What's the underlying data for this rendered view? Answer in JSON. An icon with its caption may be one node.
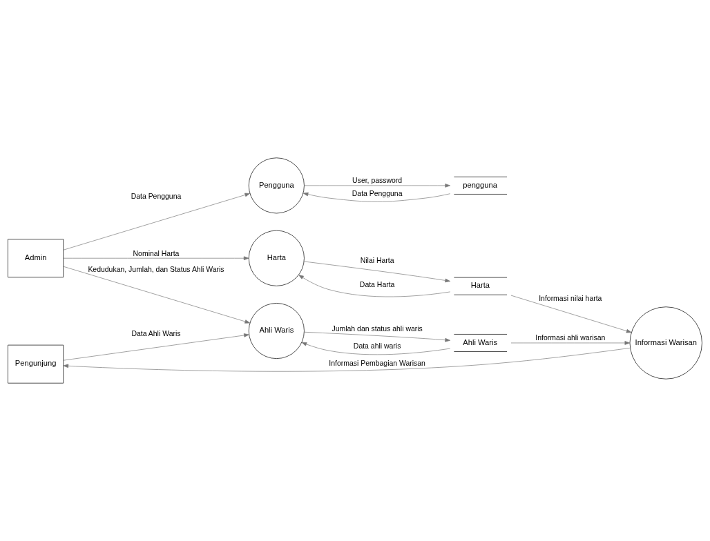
{
  "diagram": {
    "nodes": [
      {
        "text": [
          "Admin"
        ]
      },
      {
        "text": [
          "Pengguna"
        ]
      },
      {
        "text": [
          "pengguna"
        ]
      },
      {
        "text": [
          "Harta"
        ]
      },
      {
        "text": [
          "Harta"
        ]
      },
      {
        "text": [
          "Pengunjung"
        ]
      },
      {
        "text": [
          "Ahli Waris"
        ]
      },
      {
        "text": [
          "Ahli Waris"
        ]
      },
      {
        "text": [
          "Informasi Warisan"
        ]
      }
    ],
    "edges": [
      {
        "from": 0,
        "to": 1,
        "arrow": "to",
        "label": "Data Pengguna"
      },
      {
        "from": 1,
        "to": 2,
        "arrow": "to",
        "label": "User, password"
      },
      {
        "from": 2,
        "to": 1,
        "arrow": "to",
        "label": "Data Pengguna"
      },
      {
        "from": 0,
        "to": 3,
        "arrow": "to",
        "label": "Nominal Harta"
      },
      {
        "from": 3,
        "to": 4,
        "arrow": "to",
        "label": "Nilai Harta"
      },
      {
        "from": 4,
        "to": 3,
        "arrow": "to",
        "label": "Data Harta"
      },
      {
        "from": 0,
        "to": 6,
        "arrow": "to",
        "label": "Kedudukan, Jumlah, dan Status Ahli Waris"
      },
      {
        "from": 5,
        "to": 6,
        "arrow": "to",
        "label": "Data Ahli Waris"
      },
      {
        "from": 6,
        "to": 7,
        "arrow": "to",
        "label": "Jumlah dan status ahli waris"
      },
      {
        "from": 7,
        "to": 6,
        "arrow": "to",
        "label": "Data ahli waris"
      },
      {
        "from": 4,
        "to": 8,
        "arrow": "to",
        "label": "Informasi nilai harta"
      },
      {
        "from": 7,
        "to": 8,
        "arrow": "to",
        "label": "Informasi ahli warisan"
      },
      {
        "from": 8,
        "to": 5,
        "arrow": "to",
        "label": "Informasi Pembagian Warisan"
      }
    ]
  }
}
